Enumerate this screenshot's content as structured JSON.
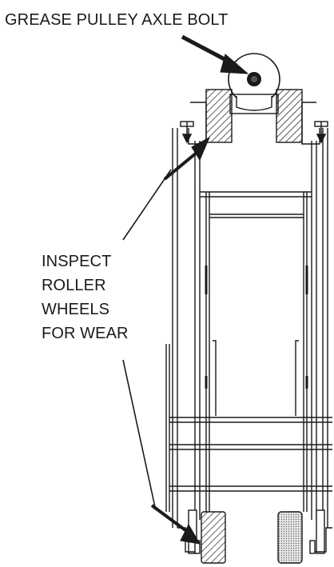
{
  "labels": {
    "grease": "GREASE PULLEY AXLE BOLT",
    "inspect_lines": [
      "INSPECT",
      "ROLLER",
      "WHEELS",
      "FOR WEAR"
    ]
  },
  "colors": {
    "ink": "#1a1a1a",
    "background": "#ffffff"
  }
}
